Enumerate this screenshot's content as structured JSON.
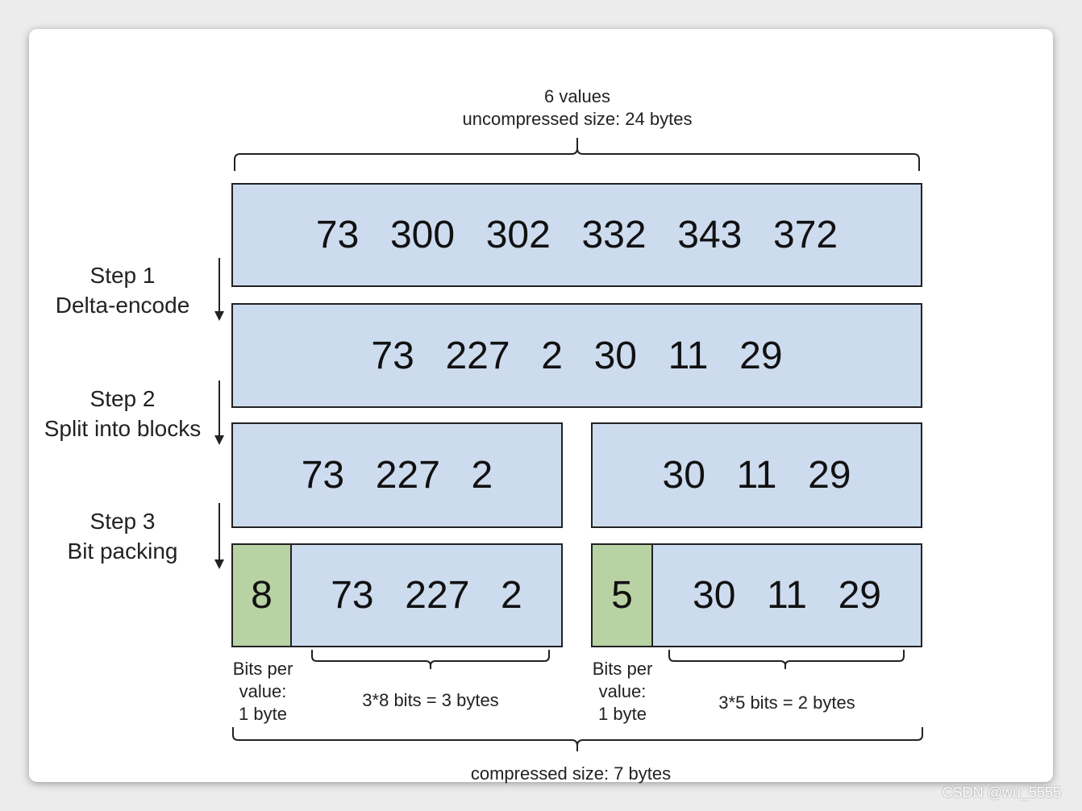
{
  "header": {
    "count_label": "6 values",
    "uncompressed_label": "uncompressed size: 24 bytes"
  },
  "steps": [
    {
      "title": "Step 1",
      "name": "Delta-encode"
    },
    {
      "title": "Step 2",
      "name": "Split into blocks"
    },
    {
      "title": "Step 3",
      "name": "Bit packing"
    }
  ],
  "rows": {
    "original": "73  300  302  332  343  372",
    "delta": "73  227  2  30  11  29",
    "block_a": "73  227  2",
    "block_b": "30  11  29",
    "packed_a": {
      "bits": "8",
      "values": "73  227  2"
    },
    "packed_b": {
      "bits": "5",
      "values": "30  11  29"
    }
  },
  "annotations": {
    "bits_per_value_a": [
      "Bits per",
      "value:",
      "1 byte"
    ],
    "bits_per_value_b": [
      "Bits per",
      "value:",
      "1 byte"
    ],
    "payload_a": "3*8 bits = 3 bytes",
    "payload_b": "3*5 bits = 2 bytes",
    "compressed_label": "compressed size: 7 bytes"
  },
  "watermark": "CSDN @wu_5555",
  "colors": {
    "value_box": "#cddbee",
    "header_box": "#b8d2a4",
    "border": "#222222",
    "background": "#ececec",
    "card": "#ffffff"
  }
}
